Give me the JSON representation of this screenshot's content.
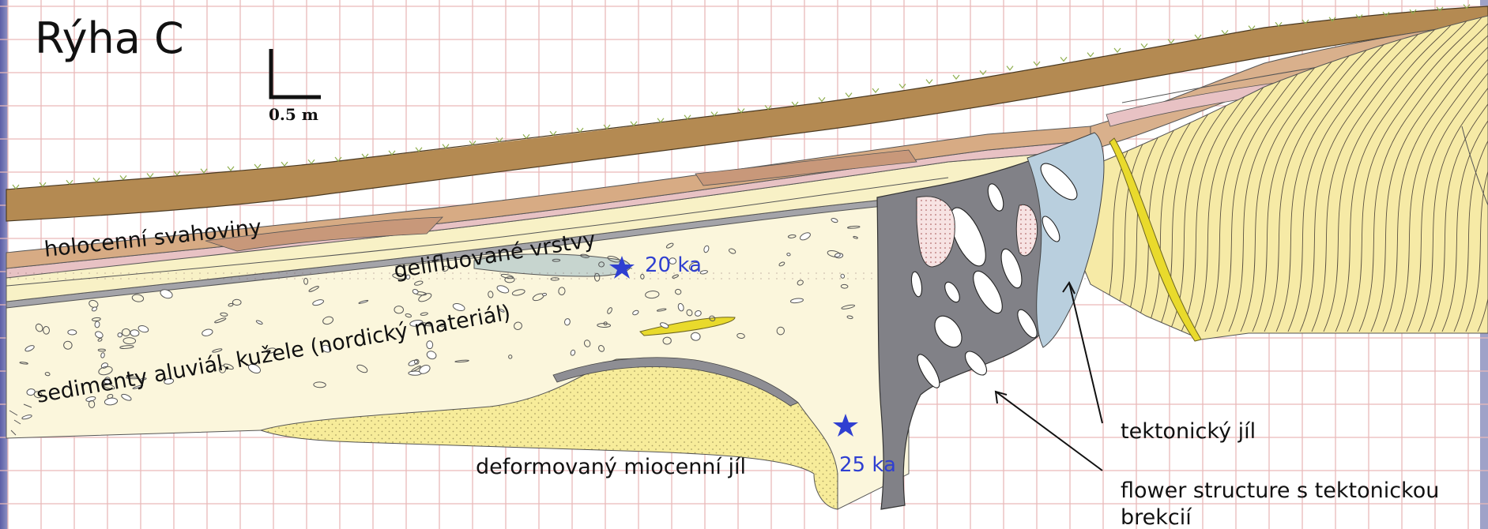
{
  "title": "Rýha C",
  "scale_bar": {
    "label": "0.5 m"
  },
  "labels": {
    "holocene": "holocenní svahoviny",
    "gelifluction": "gelifluované vrstvy",
    "alluvial_fan": "sedimenty aluviál. kužele (nordický materiál)",
    "miocene_clay": "deformovaný miocenní jíl",
    "tectonic_clay": "tektonický jíl",
    "flower_structure_line1": "flower structure s tektonickou",
    "flower_structure_line2": "brekcií"
  },
  "dates": [
    {
      "label": "20 ka"
    },
    {
      "label": "25 ka"
    }
  ],
  "colors": {
    "grid": "#e9b9b9",
    "topsoil": "#b48a52",
    "slope_brown": "#d7ab84",
    "pink": "#e8c2c4",
    "pale_yellow": "#f8f1c6",
    "fan": "#fbf6dc",
    "gray_band": "#9d9da2",
    "clay_yellow": "#f7ec9a",
    "breccia_dark": "#818187",
    "tectonic_clay": "#b9cfde",
    "right_yellow": "#f6eaa6",
    "bright_yellow": "#e9da2c",
    "date_blue": "#2f3fd1",
    "frame_left": "#6c6fb2",
    "frame_right": "#9fa2c8"
  }
}
